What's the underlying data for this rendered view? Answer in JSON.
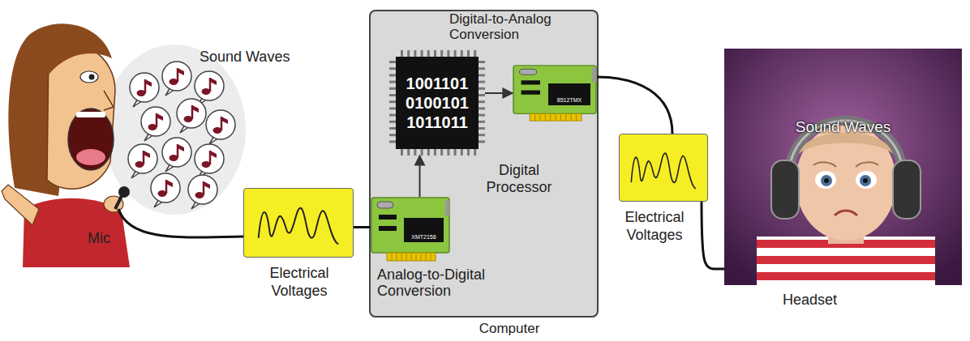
{
  "diagram": {
    "nodes": [
      {
        "text": [
          "Electrical Voltages"
        ]
      },
      {
        "text": [
          "Computer"
        ]
      },
      {
        "text": [
          "1001101 0100101 1011011",
          "Digital Processor"
        ],
        "in": 1
      },
      {
        "text": [
          "XMT2158",
          "Analog-to-Digital Conversion"
        ],
        "in": 1
      },
      {
        "text": [
          "8512TMX",
          "Digital-to-Analog Conversion"
        ],
        "in": 1
      },
      {
        "text": [
          "Electrical Voltages"
        ]
      },
      {
        "text": [
          "Sound Waves"
        ]
      }
    ],
    "edges": [
      {
        "from": 0,
        "to": 3,
        "arrow": "none"
      },
      {
        "from": 3,
        "to": 2,
        "arrow": "to"
      },
      {
        "from": 2,
        "to": 4,
        "arrow": "to"
      },
      {
        "from": 4,
        "to": 5,
        "arrow": "none"
      },
      {
        "from": 5,
        "to": 6,
        "arrow": "none"
      }
    ],
    "labels": [
      "Sound Waves",
      "Mic",
      "Headset"
    ]
  }
}
